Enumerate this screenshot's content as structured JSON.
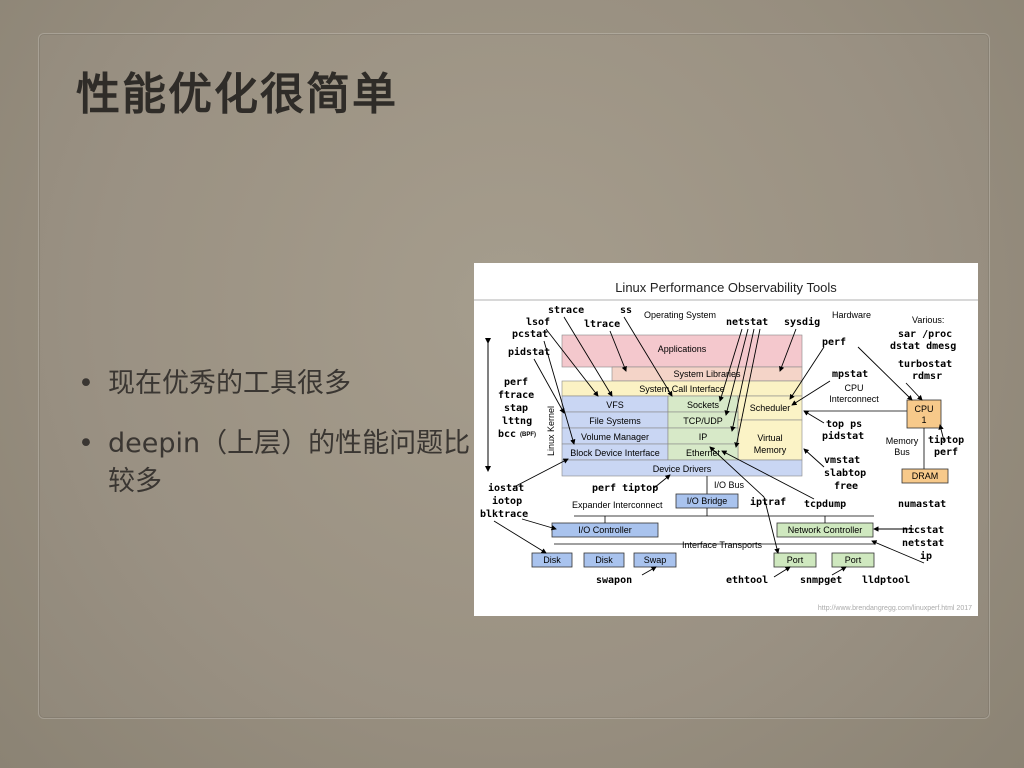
{
  "slide": {
    "title": "性能优化很简单",
    "bullets": [
      "现在优秀的工具很多",
      "deepin（上层）的性能问题比较多"
    ],
    "bullet_glyph": "•"
  },
  "figure": {
    "title": "Linux Performance Observability Tools",
    "sections": {
      "os": "Operating System",
      "hw": "Hardware",
      "various": "Various:",
      "linux_kernel": "Linux Kernel"
    },
    "layers": {
      "applications": "Applications",
      "system_libraries": "System Libraries",
      "syscall_interface": "System Call Interface",
      "vfs": "VFS",
      "sockets": "Sockets",
      "scheduler": "Scheduler",
      "file_systems": "File Systems",
      "tcp_udp": "TCP/UDP",
      "volume_manager": "Volume Manager",
      "ip": "IP",
      "virtual_memory_1": "Virtual",
      "virtual_memory_2": "Memory",
      "block_device_interface": "Block Device Interface",
      "ethernet": "Ethernet",
      "device_drivers": "Device Drivers",
      "io_bus": "I/O Bus",
      "io_bridge": "I/O Bridge",
      "expander_interconnect": "Expander Interconnect",
      "io_controller": "I/O Controller",
      "interface_transports": "Interface Transports",
      "network_controller": "Network Controller",
      "disk1": "Disk",
      "disk2": "Disk",
      "swap": "Swap",
      "port1": "Port",
      "port2": "Port",
      "cpu_1": "CPU",
      "cpu_2": "1",
      "cpu_interconnect_1": "CPU",
      "cpu_interconnect_2": "Interconnect",
      "memory_bus_1": "Memory",
      "memory_bus_2": "Bus",
      "dram": "DRAM"
    },
    "tools": {
      "strace": "strace",
      "ss": "ss",
      "lsof": "lsof",
      "ltrace": "ltrace",
      "pcstat": "pcstat",
      "netstat": "netstat",
      "sysdig": "sysdig",
      "pidstat_left": "pidstat",
      "perf_left": "perf",
      "ftrace": "ftrace",
      "stap": "stap",
      "lttng": "lttng",
      "bcc": "bcc",
      "bpf": "(BPF)",
      "perf_top": "perf",
      "mpstat": "mpstat",
      "top_ps": "top ps",
      "pidstat_right": "pidstat",
      "vmstat": "vmstat",
      "slabtop": "slabtop",
      "free": "free",
      "sar_proc": "sar /proc",
      "dstat_dmesg": "dstat dmesg",
      "turbostat": "turbostat",
      "rdmsr": "rdmsr",
      "tiptop": "tiptop",
      "perf_right": "perf",
      "numastat": "numastat",
      "iostat": "iostat",
      "iotop": "iotop",
      "blktrace": "blktrace",
      "perf_tiptop": "perf tiptop",
      "iptraf": "iptraf",
      "tcpdump": "tcpdump",
      "nicstat": "nicstat",
      "netstat2": "netstat",
      "ip": "ip",
      "swapon": "swapon",
      "ethtool": "ethtool",
      "snmpget": "snmpget",
      "lldptool": "lldptool"
    },
    "footer": "http://www.brendangregg.com/linuxperf.html 2017",
    "colors": {
      "applications": "#f4c8cd",
      "system_libraries": "#f4d4c8",
      "syscall": "#fbf2c4",
      "blue": "#c9d6f3",
      "green": "#d7e9c8",
      "yellow": "#fbf3c6",
      "io_blue": "#a9c3ee",
      "net_green": "#cfe8bf",
      "cpu_orange": "#f7c98a",
      "dram_orange": "#f7c98a"
    }
  }
}
